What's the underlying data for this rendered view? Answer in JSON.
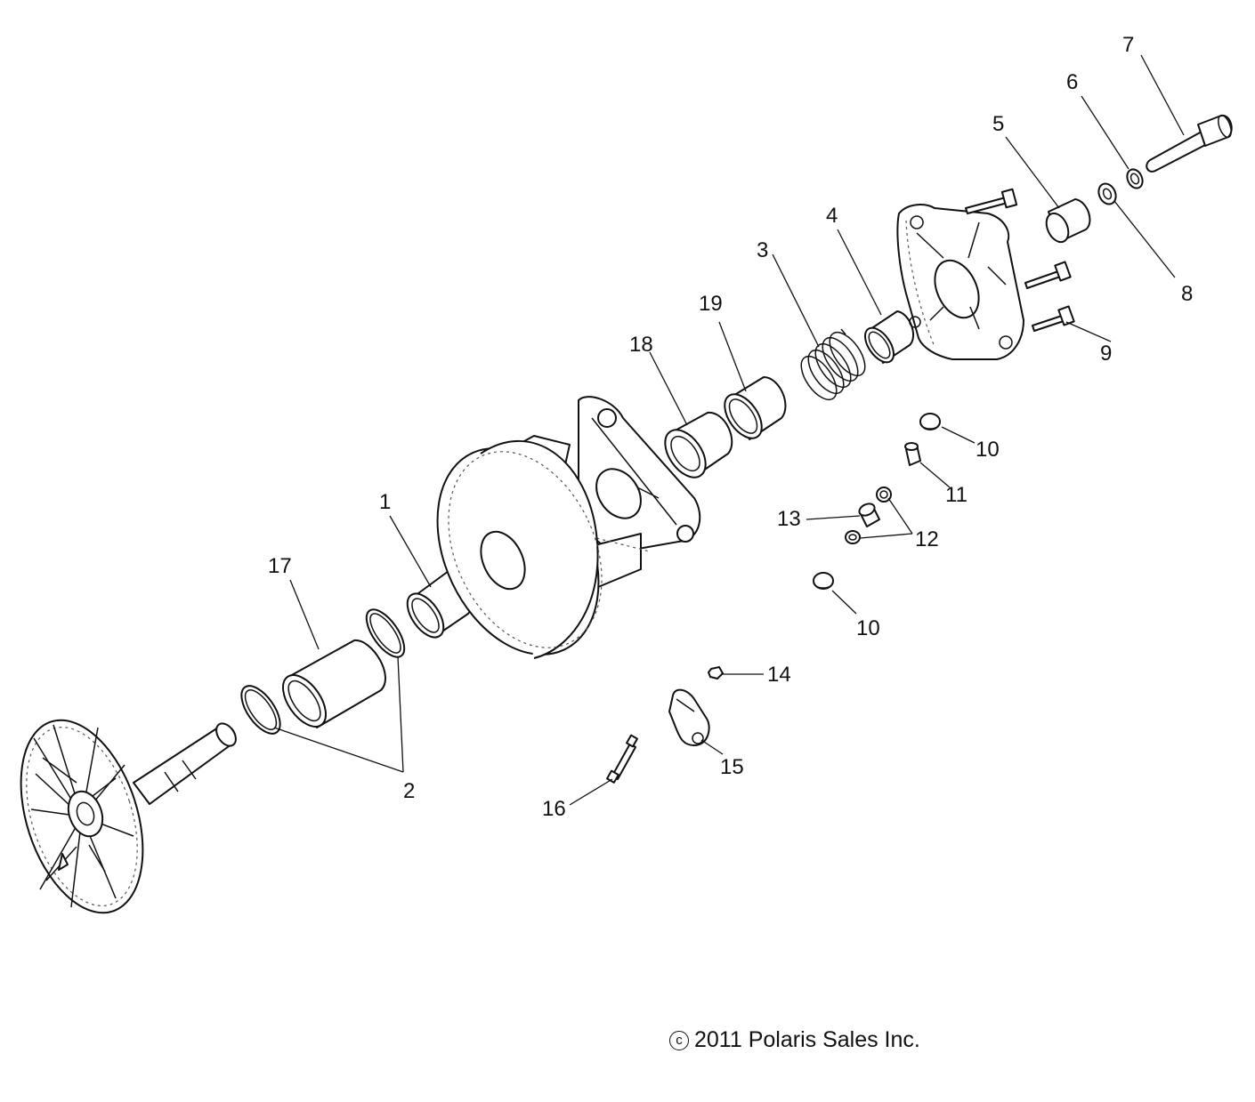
{
  "callouts": [
    {
      "id": "1",
      "text": "1"
    },
    {
      "id": "2",
      "text": "2"
    },
    {
      "id": "3",
      "text": "3"
    },
    {
      "id": "4",
      "text": "4"
    },
    {
      "id": "5",
      "text": "5"
    },
    {
      "id": "6",
      "text": "6"
    },
    {
      "id": "7",
      "text": "7"
    },
    {
      "id": "8",
      "text": "8"
    },
    {
      "id": "9",
      "text": "9"
    },
    {
      "id": "10a",
      "text": "10"
    },
    {
      "id": "10b",
      "text": "10"
    },
    {
      "id": "11",
      "text": "11"
    },
    {
      "id": "12",
      "text": "12"
    },
    {
      "id": "13",
      "text": "13"
    },
    {
      "id": "14",
      "text": "14"
    },
    {
      "id": "15",
      "text": "15"
    },
    {
      "id": "16",
      "text": "16"
    },
    {
      "id": "17",
      "text": "17"
    },
    {
      "id": "18",
      "text": "18"
    },
    {
      "id": "19",
      "text": "19"
    }
  ],
  "copyright": {
    "symbol": "c",
    "text": "2011 Polaris Sales Inc."
  }
}
